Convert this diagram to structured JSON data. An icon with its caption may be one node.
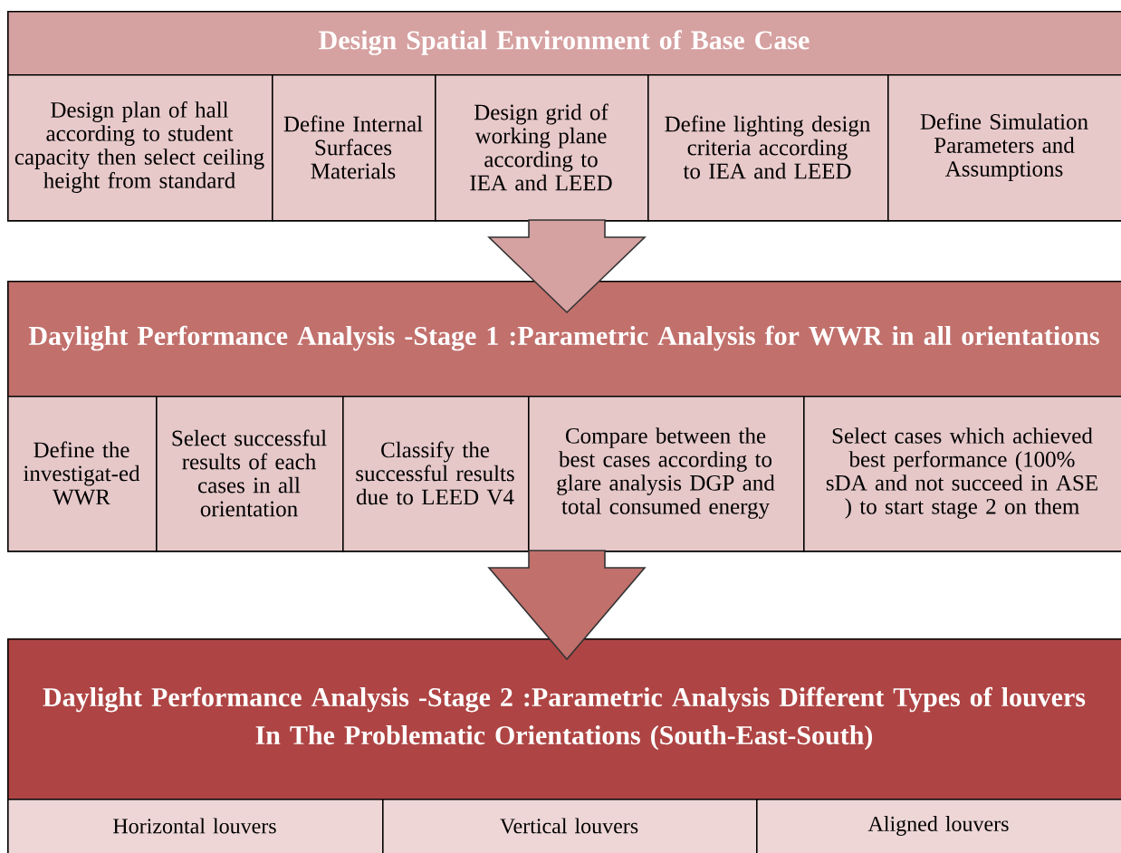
{
  "diagram": {
    "nodes": [
      {
        "text": [
          "Design Spatial Environment  of  Base Case"
        ]
      },
      {
        "text": [
          "Design plan of hall according to student capacity then select ceiling height from standard"
        ],
        "in": 0
      },
      {
        "text": [
          "Define Internal Surfaces Materials"
        ],
        "in": 0
      },
      {
        "text": [
          "Design grid of working plane according to IEA and LEED"
        ],
        "in": 0
      },
      {
        "text": [
          "Define lighting design criteria according to IEA and LEED"
        ],
        "in": 0
      },
      {
        "text": [
          "Define Simulation Parameters and Assumptions"
        ],
        "in": 0
      },
      {
        "text": [
          "Daylight Performance Analysis -Stage 1 :Parametric Analysis for WWR in all orientations"
        ]
      },
      {
        "text": [
          "Define the investigat-ed WWR"
        ],
        "in": 6
      },
      {
        "text": [
          "Select successful results of each cases in all orientation"
        ],
        "in": 6
      },
      {
        "text": [
          "Classify the successful results due to LEED V4"
        ],
        "in": 6
      },
      {
        "text": [
          "Compare between the best cases according to glare analysis DGP and total consumed energy"
        ],
        "in": 6
      },
      {
        "text": [
          "Select cases which achieved best performance (100% sDA and not succeed  in ASE ) to start stage 2 on them"
        ],
        "in": 6
      },
      {
        "text": [
          "Daylight Performance Analysis -Stage 2 :Parametric Analysis Different Types of louvers",
          "In The Problematic Orientations (South-East-South)"
        ]
      },
      {
        "text": [
          "Horizontal louvers"
        ],
        "in": 12
      },
      {
        "text": [
          "Vertical louvers"
        ],
        "in": 12
      },
      {
        "text": [
          "Aligned louvers"
        ],
        "in": 12
      }
    ],
    "edges": [
      {
        "from": 0,
        "to": 6,
        "arrow": "to"
      },
      {
        "from": 6,
        "to": 12,
        "arrow": "to"
      }
    ]
  }
}
